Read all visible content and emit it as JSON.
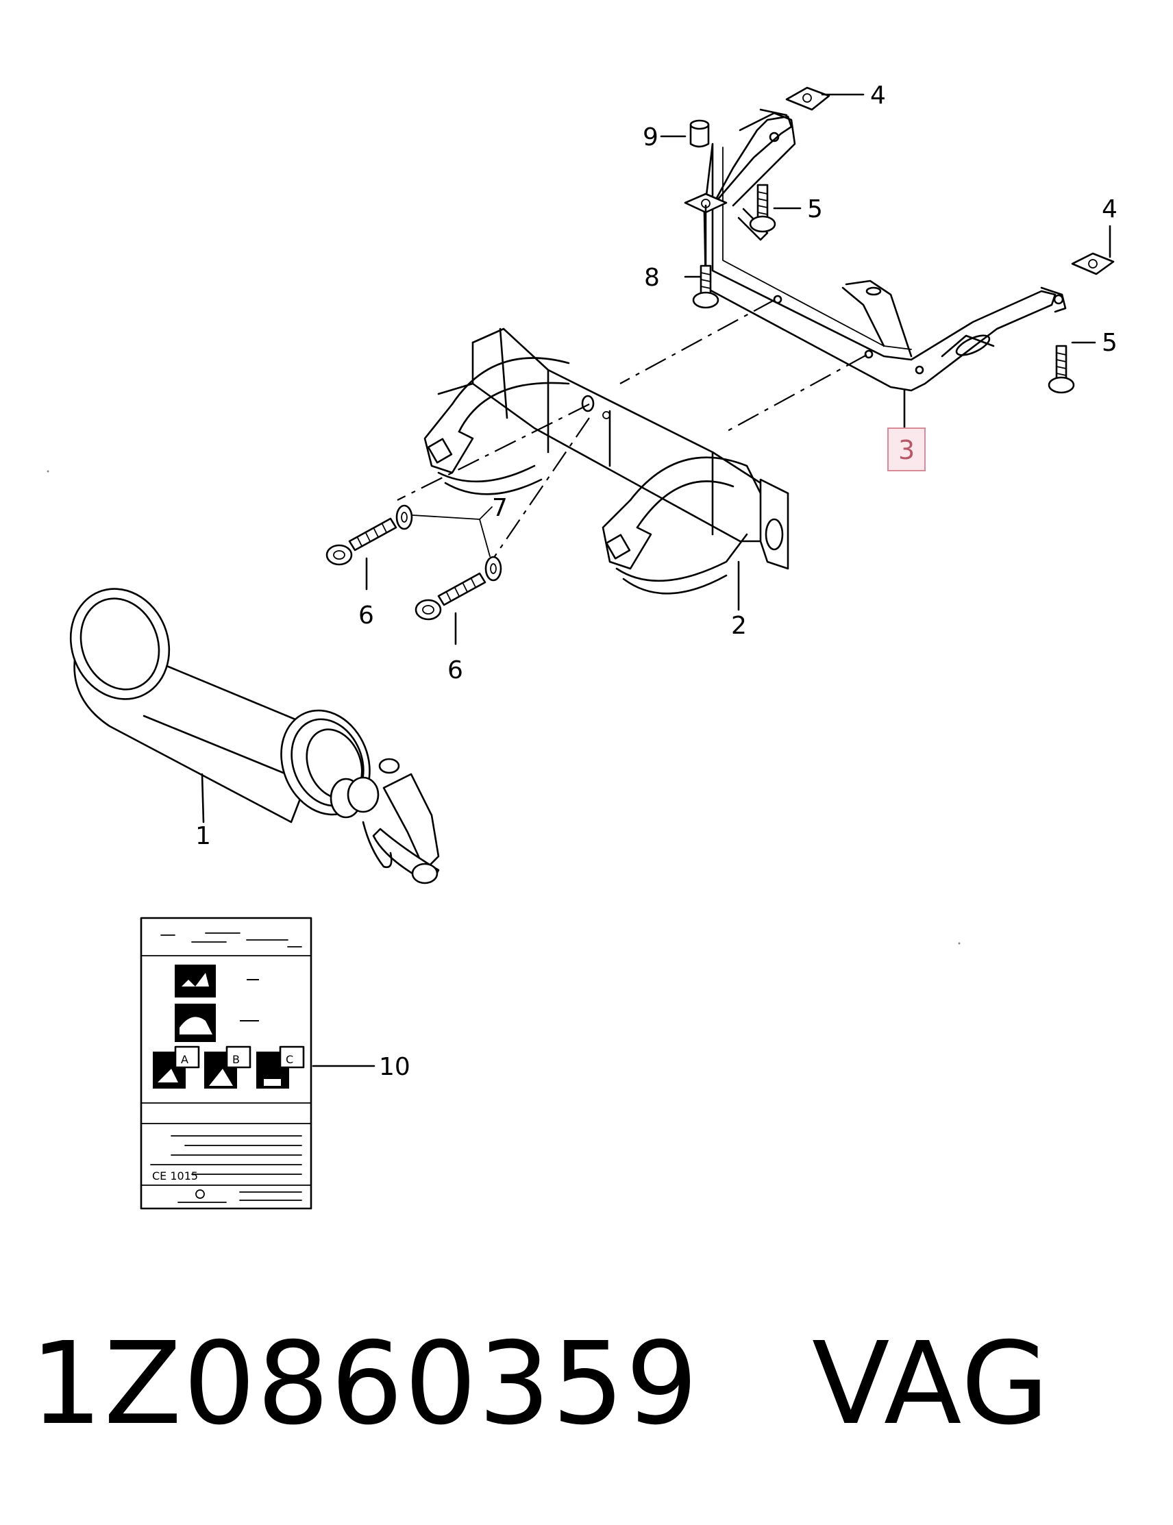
{
  "callouts": {
    "c1": "1",
    "c2": "2",
    "c3": "3",
    "c4a": "4",
    "c4b": "4",
    "c5a": "5",
    "c5b": "5",
    "c6a": "6",
    "c6b": "6",
    "c7": "7",
    "c8": "8",
    "c9": "9",
    "c10": "10"
  },
  "label_card": {
    "class_a": "A",
    "class_b": "B",
    "class_c": "C",
    "certification": "CE 1015"
  },
  "footer": {
    "part_number": "1Z0860359",
    "brand": "VAG"
  },
  "colors": {
    "line": "#000000",
    "highlight": "#b8566a",
    "highlight_box": "#e8a0ac"
  }
}
